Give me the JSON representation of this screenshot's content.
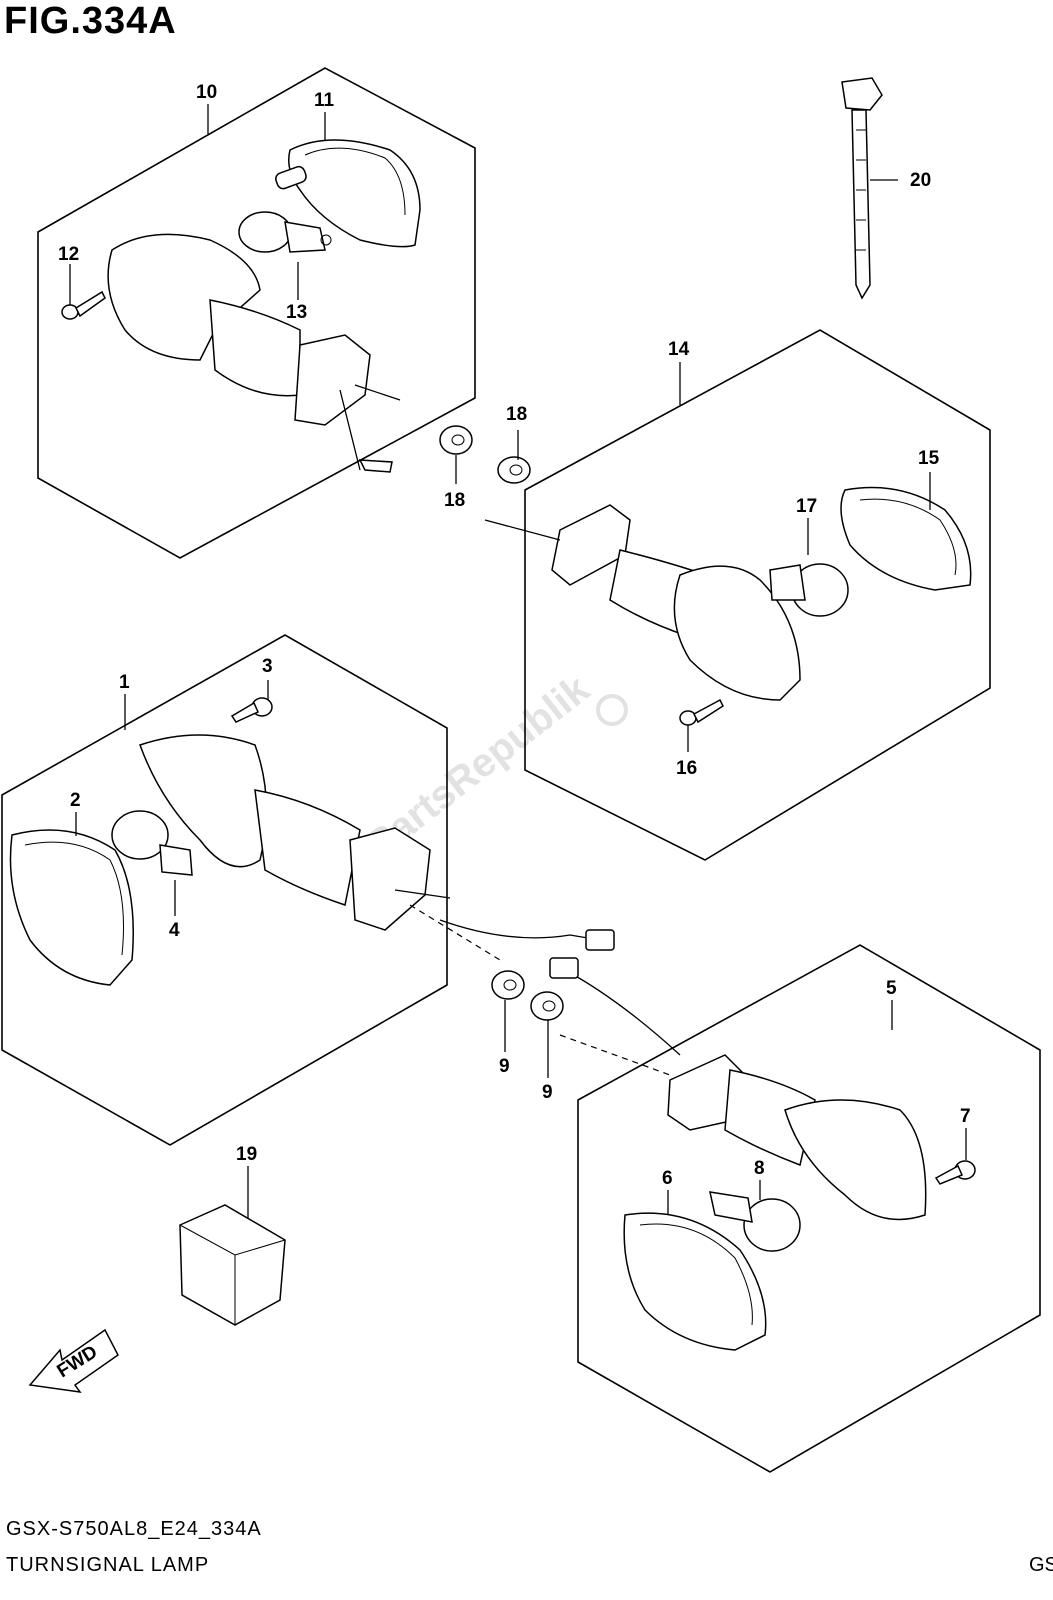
{
  "figure": {
    "title": "FIG.334A",
    "code": "GSX-S750AL8_E24_334A",
    "name": "TURNSIGNAL LAMP",
    "corner": "GS"
  },
  "watermark": "PartsRepublik",
  "fwd_label": "FWD",
  "callouts": {
    "c1": "1",
    "c2": "2",
    "c3": "3",
    "c4": "4",
    "c5": "5",
    "c6": "6",
    "c7": "7",
    "c8": "8",
    "c9a": "9",
    "c9b": "9",
    "c10": "10",
    "c11": "11",
    "c12": "12",
    "c13": "13",
    "c14": "14",
    "c15": "15",
    "c16": "16",
    "c17": "17",
    "c18a": "18",
    "c18b": "18",
    "c19": "19",
    "c20": "20"
  }
}
